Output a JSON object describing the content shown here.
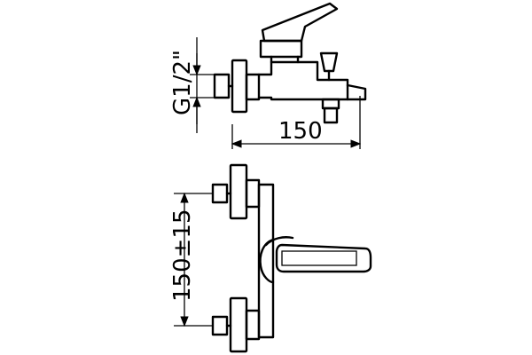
{
  "dimensions": {
    "thread": "G1/2\"",
    "width": "150",
    "spacing": "150±15"
  },
  "colors": {
    "line": "#000000",
    "background": "#ffffff"
  }
}
